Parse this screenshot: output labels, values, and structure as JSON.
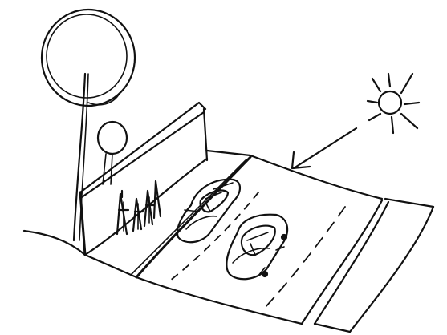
{
  "scene": {
    "kind": "hand-drawn sketch",
    "stroke_color": "#111111",
    "background_color": "#ffffff",
    "elements": [
      "tree",
      "shrub",
      "noise-barrier-wall",
      "pedestrians",
      "road",
      "car-upper",
      "car-lower",
      "sidewalk",
      "sun",
      "sun-arrow"
    ]
  }
}
